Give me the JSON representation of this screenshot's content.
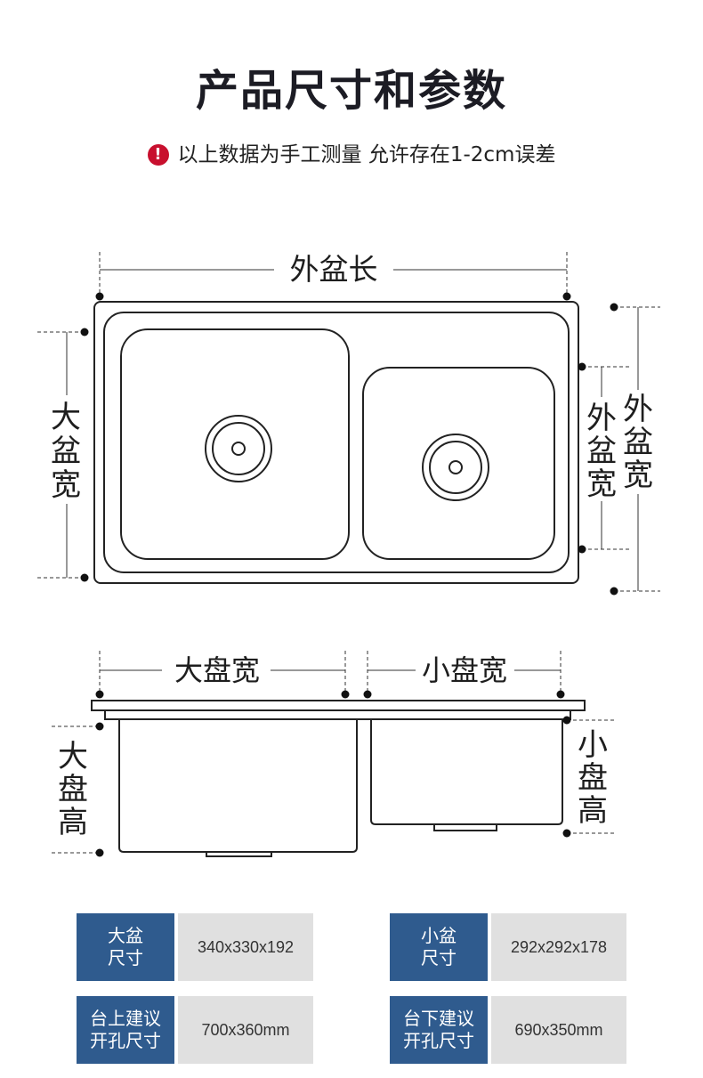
{
  "header": {
    "title": "产品尺寸和参数",
    "notice": "以上数据为手工测量 允许存在1-2cm误差",
    "warning_icon": "exclamation-circle-icon",
    "warning_color": "#c8102e"
  },
  "top_view": {
    "outer_length": "外盆长",
    "big_basin_width": [
      "大",
      "盆",
      "宽"
    ],
    "small_basin_width": [
      "外",
      "盆",
      "宽"
    ],
    "outer_width": [
      "外",
      "盆",
      "宽"
    ]
  },
  "side_view": {
    "big_tray_width": "大盘宽",
    "small_tray_width": "小盘宽",
    "big_tray_height": [
      "大",
      "盘",
      "高"
    ],
    "small_tray_height": [
      "小",
      "盘",
      "高"
    ]
  },
  "specs": {
    "accent_color": "#2f5b8e",
    "rows": [
      {
        "label_lines": [
          "大盆",
          "尺寸"
        ],
        "value": "340x330x192"
      },
      {
        "label_lines": [
          "小盆",
          "尺寸"
        ],
        "value": "292x292x178"
      },
      {
        "label_lines": [
          "台上建议",
          "开孔尺寸"
        ],
        "value": "700x360mm"
      },
      {
        "label_lines": [
          "台下建议",
          "开孔尺寸"
        ],
        "value": "690x350mm"
      }
    ]
  }
}
